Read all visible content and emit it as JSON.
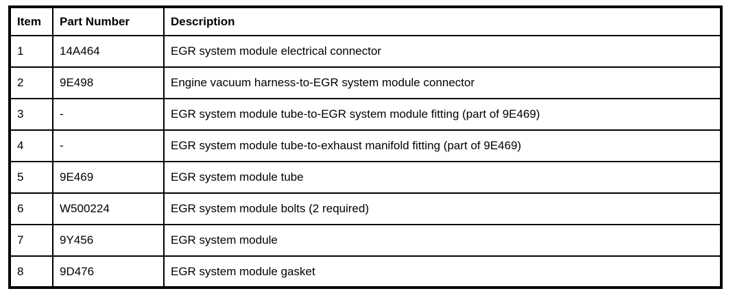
{
  "table": {
    "columns": [
      {
        "key": "item",
        "label": "Item"
      },
      {
        "key": "part_number",
        "label": "Part Number"
      },
      {
        "key": "description",
        "label": "Description"
      }
    ],
    "rows": [
      {
        "item": "1",
        "part_number": "14A464",
        "description": "EGR system module electrical connector"
      },
      {
        "item": "2",
        "part_number": "9E498",
        "description": "Engine vacuum harness-to-EGR system module connector"
      },
      {
        "item": "3",
        "part_number": "-",
        "description": "EGR system module tube-to-EGR system module fitting (part of 9E469)"
      },
      {
        "item": "4",
        "part_number": "-",
        "description": "EGR system module tube-to-exhaust manifold fitting (part of 9E469)"
      },
      {
        "item": "5",
        "part_number": "9E469",
        "description": "EGR system module tube"
      },
      {
        "item": "6",
        "part_number": "W500224",
        "description": "EGR system module bolts (2 required)"
      },
      {
        "item": "7",
        "part_number": "9Y456",
        "description": "EGR system module"
      },
      {
        "item": "8",
        "part_number": "9D476",
        "description": "EGR system module gasket"
      }
    ],
    "colors": {
      "border": "#000000",
      "background": "#ffffff",
      "text": "#000000"
    }
  }
}
